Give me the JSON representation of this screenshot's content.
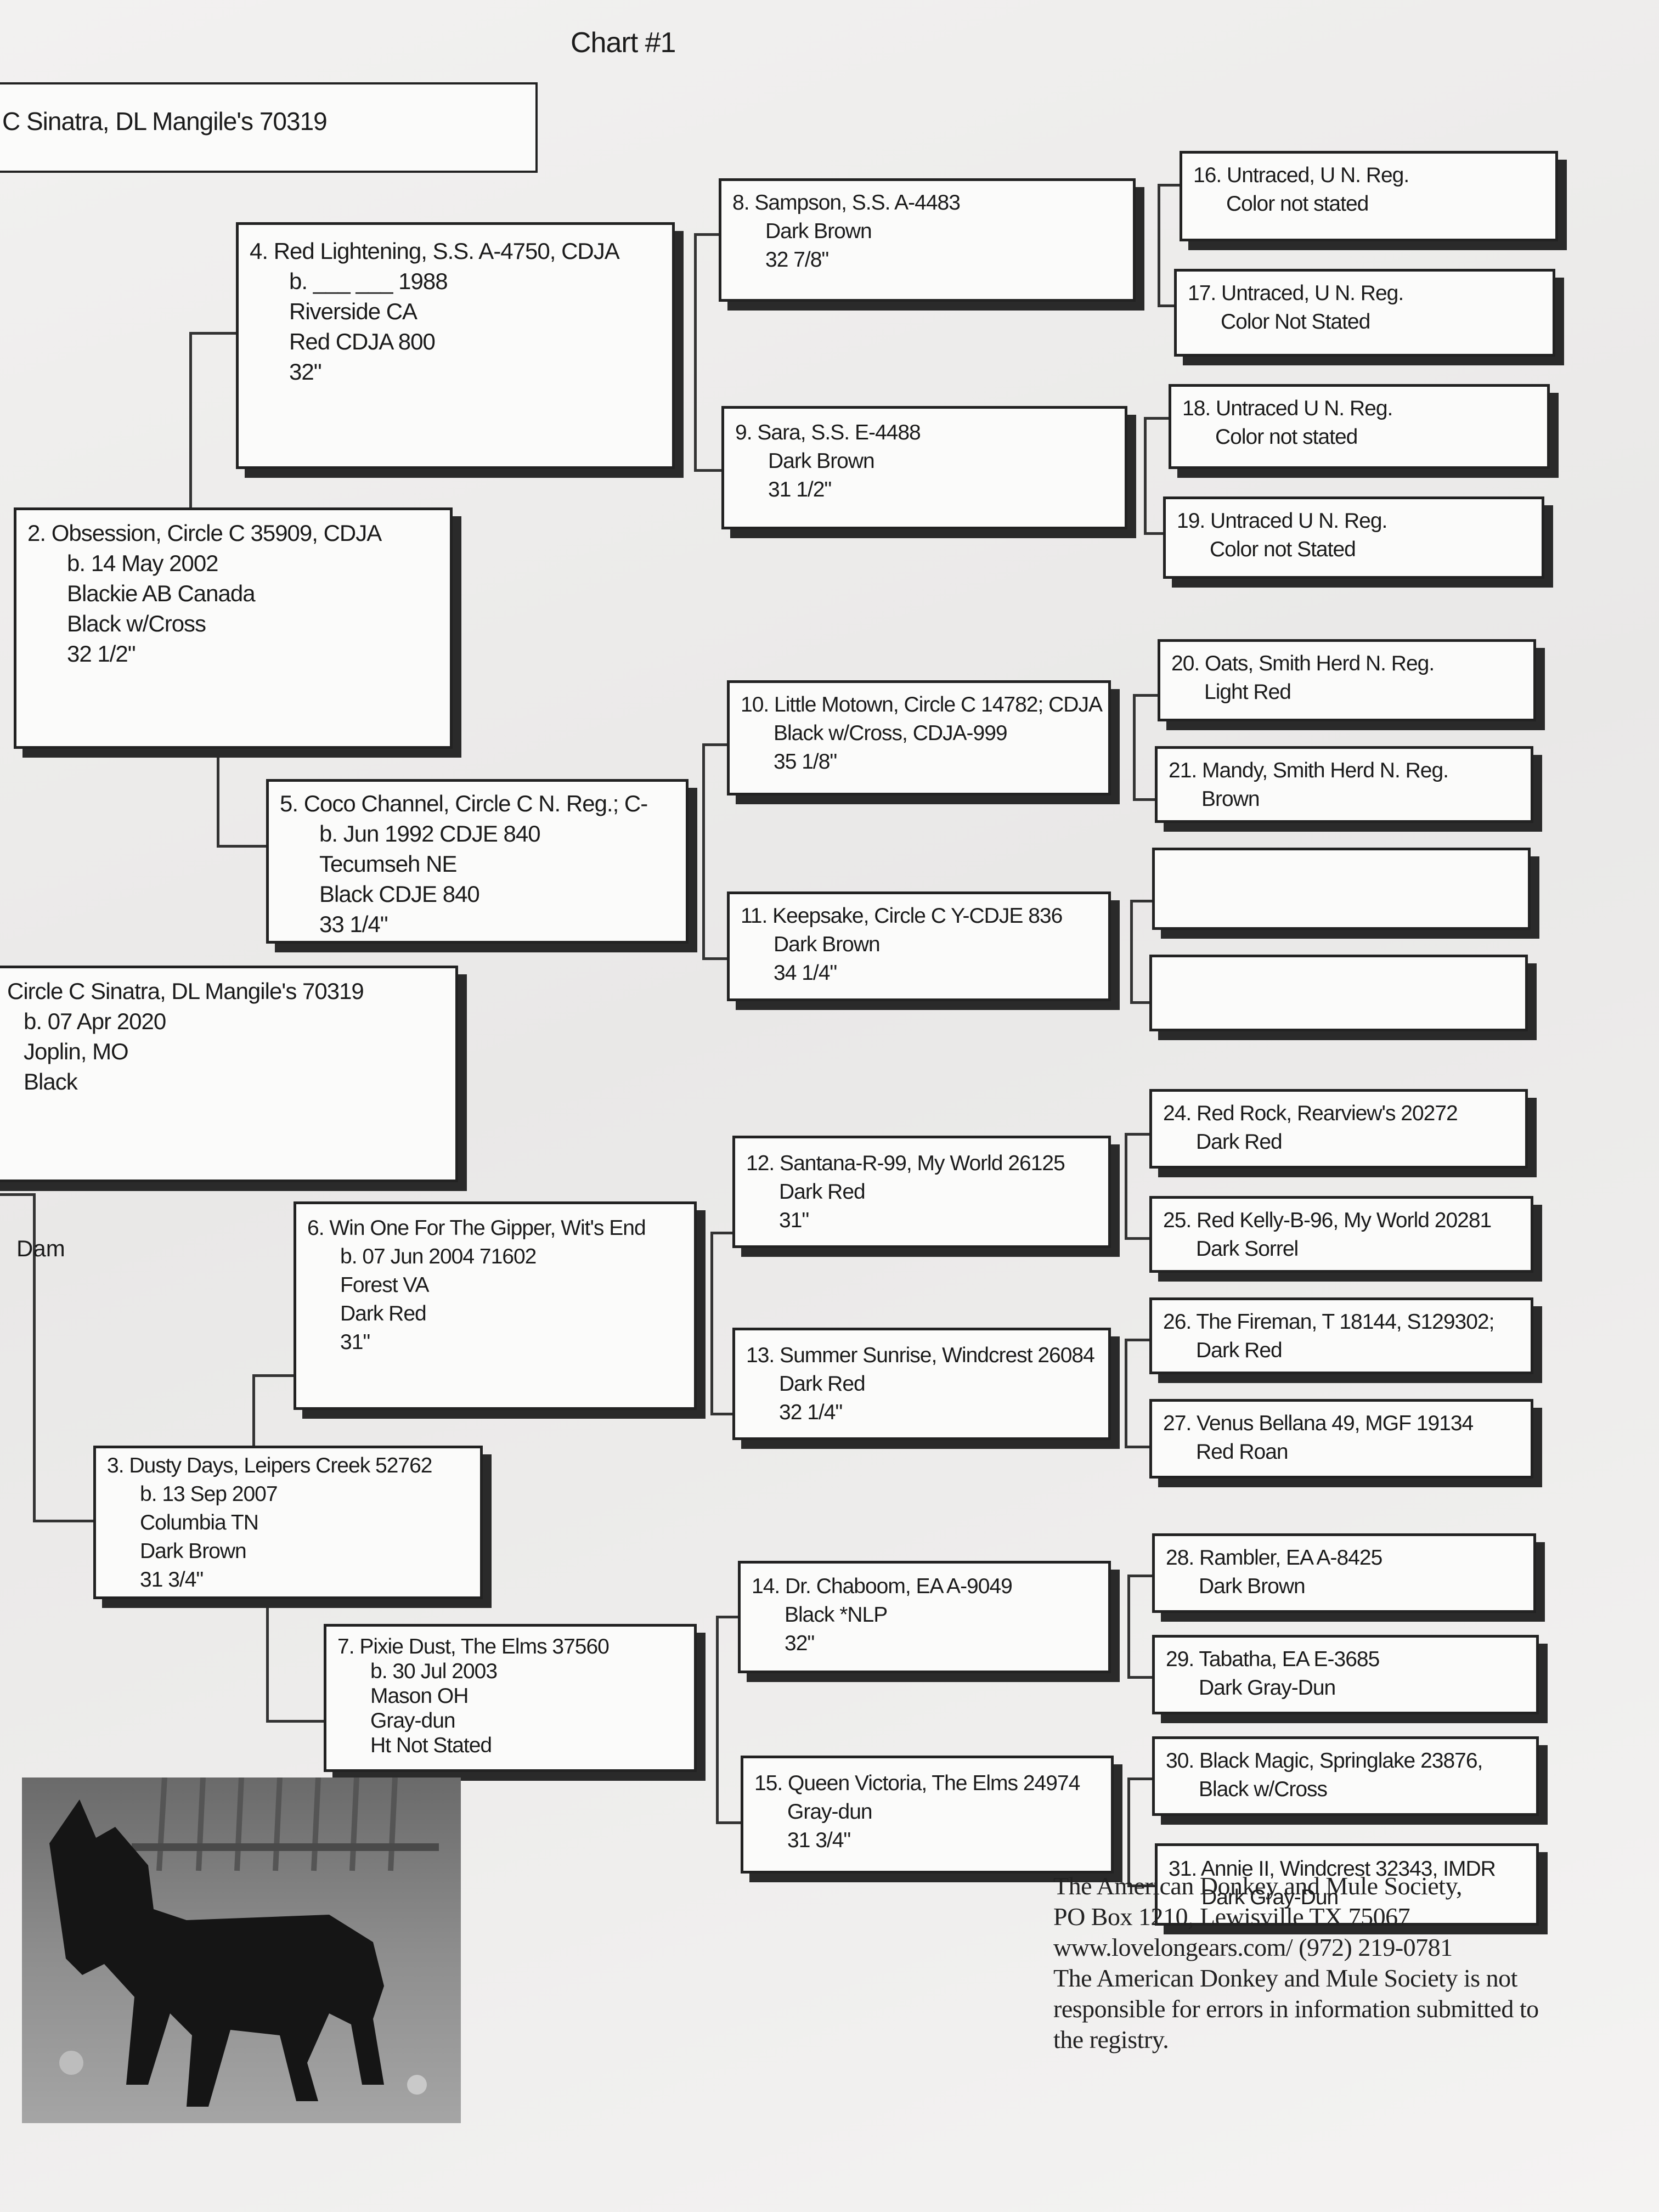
{
  "chart_title": "Chart #1",
  "header_name": "C Sinatra, DL Mangile's 70319",
  "dam_label": "Dam",
  "subject": {
    "name": "Circle C Sinatra, DL Mangile's 70319",
    "born": "b. 07 Apr 2020",
    "place": "Joplin, MO",
    "color": "Black"
  },
  "dam": {
    "name": "3. Dusty Days, Leipers Creek 52762",
    "born": "b. 13 Sep 2007",
    "place": "Columbia TN",
    "color": "Dark Brown",
    "height": "31 3/4\""
  },
  "gen2": [
    {
      "name": "2. Obsession, Circle C 35909, CDJA",
      "lines": [
        "b. 14 May 2002",
        "Blackie AB Canada",
        "Black w/Cross",
        "32 1/2\""
      ]
    },
    {
      "name": "4. Red Lightening, S.S. A-4750, CDJA",
      "lines": [
        "b. ___ ___ 1988",
        "Riverside CA",
        "Red   CDJA 800",
        "32\""
      ]
    },
    {
      "name": "5. Coco Channel, Circle C N. Reg.; C-",
      "lines": [
        "b.    Jun 1992  CDJE 840",
        "Tecumseh NE",
        "Black  CDJE 840",
        "33 1/4\""
      ]
    },
    {
      "name": "6. Win One For The Gipper, Wit's End",
      "lines": [
        "b. 07 Jun 2004     71602",
        "Forest VA",
        "Dark Red",
        "31\""
      ]
    },
    {
      "name": "7. Pixie Dust, The Elms 37560",
      "lines": [
        "b. 30 Jul 2003",
        "Mason OH",
        "Gray-dun",
        "Ht Not Stated"
      ]
    }
  ],
  "gen3": [
    {
      "name": "8. Sampson, S.S. A-4483",
      "lines": [
        "Dark Brown",
        "32 7/8\""
      ]
    },
    {
      "name": "9. Sara, S.S. E-4488",
      "lines": [
        "Dark Brown",
        "31 1/2\""
      ]
    },
    {
      "name": "10. Little Motown, Circle C 14782; CDJA",
      "lines": [
        "Black w/Cross,   CDJA-999",
        "35 1/8\""
      ]
    },
    {
      "name": "11. Keepsake, Circle C Y-CDJE 836",
      "lines": [
        "Dark Brown",
        "34 1/4\""
      ]
    },
    {
      "name": "12. Santana-R-99, My World 26125",
      "lines": [
        "Dark Red",
        "31\""
      ]
    },
    {
      "name": "13. Summer Sunrise, Windcrest 26084",
      "lines": [
        "Dark Red",
        "32 1/4\""
      ]
    },
    {
      "name": "14. Dr. Chaboom, EA A-9049",
      "lines": [
        "Black *NLP",
        "32\""
      ]
    },
    {
      "name": "15. Queen Victoria, The Elms 24974",
      "lines": [
        "Gray-dun",
        "31 3/4\""
      ]
    }
  ],
  "gen4": [
    {
      "name": "16. Untraced, U N. Reg.",
      "lines": [
        "Color not stated"
      ]
    },
    {
      "name": "17. Untraced, U N. Reg.",
      "lines": [
        "Color Not Stated"
      ]
    },
    {
      "name": "18. Untraced U N. Reg.",
      "lines": [
        "Color not stated"
      ]
    },
    {
      "name": "19. Untraced U N. Reg.",
      "lines": [
        "Color not Stated"
      ]
    },
    {
      "name": "20. Oats, Smith Herd N. Reg.",
      "lines": [
        "Light Red"
      ]
    },
    {
      "name": "21. Mandy, Smith Herd N. Reg.",
      "lines": [
        "Brown"
      ]
    },
    {
      "name": "",
      "lines": [
        ""
      ]
    },
    {
      "name": "",
      "lines": [
        ""
      ]
    },
    {
      "name": "24. Red Rock, Rearview's 20272",
      "lines": [
        "Dark Red"
      ]
    },
    {
      "name": "25. Red Kelly-B-96, My World 20281",
      "lines": [
        "Dark Sorrel"
      ]
    },
    {
      "name": "26. The Fireman, T 18144, S129302;",
      "lines": [
        "Dark Red"
      ]
    },
    {
      "name": "27. Venus Bellana 49, MGF 19134",
      "lines": [
        "Red Roan"
      ]
    },
    {
      "name": "28. Rambler, EA A-8425",
      "lines": [
        "Dark Brown"
      ]
    },
    {
      "name": "29. Tabatha, EA E-3685",
      "lines": [
        "Dark Gray-Dun"
      ]
    },
    {
      "name": "30. Black Magic, Springlake 23876,",
      "lines": [
        "Black w/Cross"
      ]
    },
    {
      "name": "31. Annie II, Windcrest 32343, IMDR",
      "lines": [
        "Dark Gray-Dun"
      ]
    }
  ],
  "footer": [
    "The American Donkey and Mule Society,",
    "PO Box 1210, Lewisville TX 75067",
    "www.lovelongears.com/ (972) 219-0781",
    "The American Donkey and Mule Society is not",
    "responsible for errors in information submitted to",
    "the registry."
  ]
}
